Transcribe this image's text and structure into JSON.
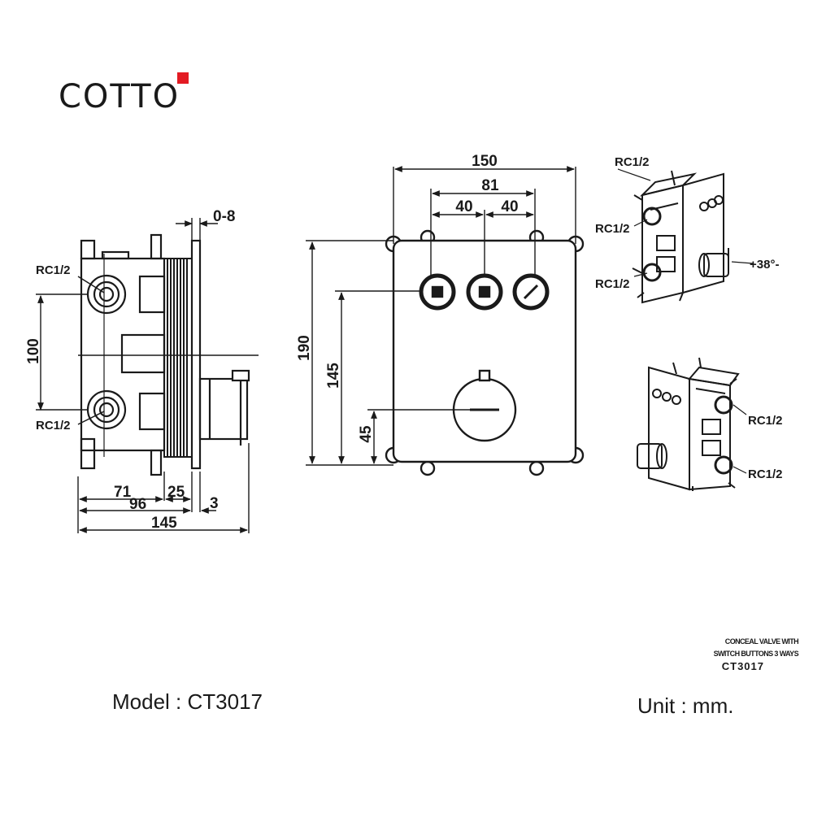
{
  "brand": {
    "name": "COTTO",
    "accent_color": "#e31b23"
  },
  "side_view": {
    "labels": {
      "port_top": "RC1/2",
      "port_bottom": "RC1/2"
    },
    "dims": {
      "gap": "0-8",
      "spacing": "100",
      "d71": "71",
      "d96": "96",
      "d25": "25",
      "d3": "3",
      "d145": "145"
    }
  },
  "front_view": {
    "dims": {
      "width": "150",
      "buttons_span": "81",
      "left_spacing": "40",
      "right_spacing": "40",
      "height": "190",
      "buttons_height": "145",
      "knob_height": "45"
    }
  },
  "iso_top": {
    "labels": {
      "port_a": "RC1/2",
      "port_b": "RC1/2",
      "port_c": "RC1/2",
      "angle": "+38°-"
    }
  },
  "iso_bottom": {
    "labels": {
      "port_a": "RC1/2",
      "port_b": "RC1/2"
    }
  },
  "title_block": {
    "line1": "CONCEAL VALVE WITH",
    "line2": "SWITCH BUTTONS 3 WAYS",
    "model": "CT3017"
  },
  "footer": {
    "model": "Model : CT3017",
    "unit": "Unit : mm."
  }
}
